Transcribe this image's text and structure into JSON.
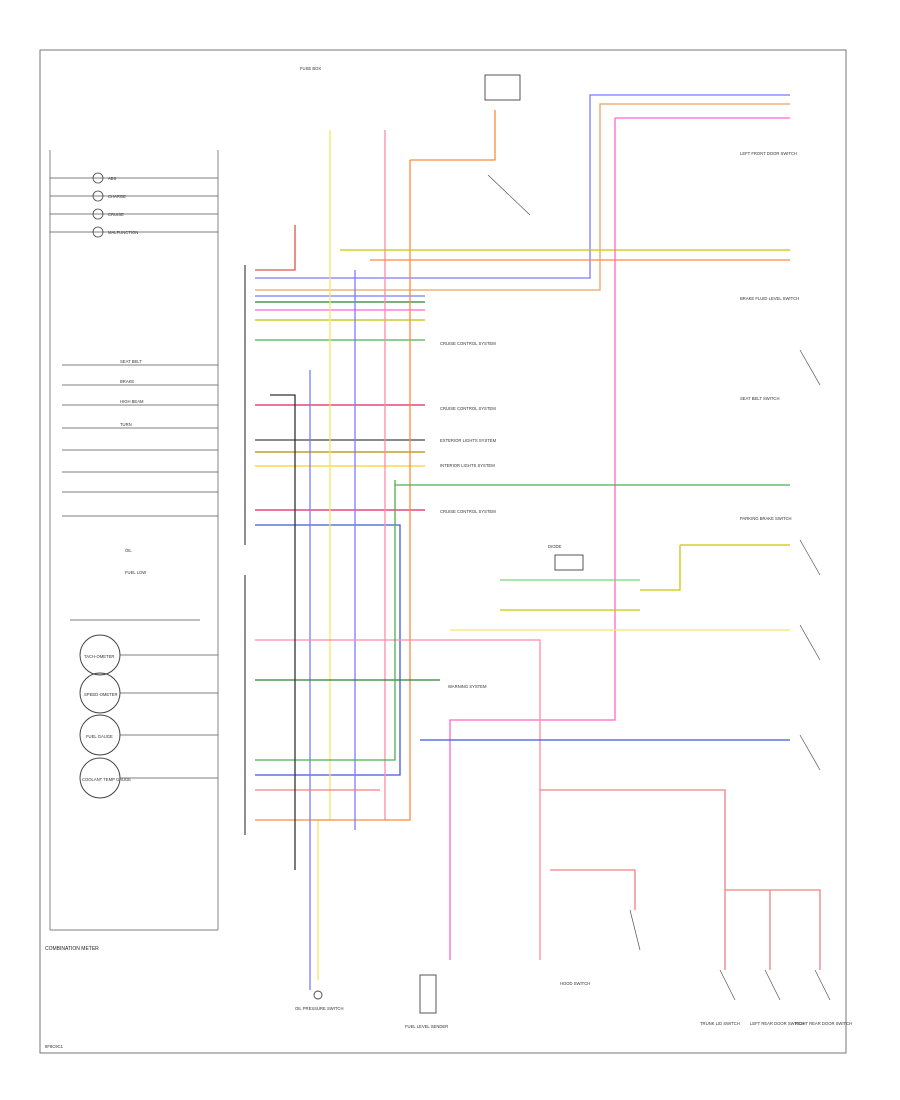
{
  "diagram": {
    "cluster_caption": "COMBINATION METER",
    "footer_code": "8F8C9C1",
    "gauges": [
      {
        "label": "TACH-OMETER"
      },
      {
        "label": "SPEED-OMETER"
      },
      {
        "label": "FUEL GAUGE"
      },
      {
        "label": "COOLANT TEMP GAUGE"
      }
    ],
    "indicators": [
      {
        "label": "ABS"
      },
      {
        "label": "CHARGE"
      },
      {
        "label": "CRUISE"
      },
      {
        "label": "MALFUNCTION"
      },
      {
        "label": "SEAT BELT"
      },
      {
        "label": "BRAKE"
      },
      {
        "label": "HIGH BEAM"
      },
      {
        "label": "TURN"
      },
      {
        "label": "OIL"
      },
      {
        "label": "FUEL LOW"
      }
    ],
    "systems": [
      {
        "label": "CRUISE CONTROL SYSTEM"
      },
      {
        "label": "CRUISE CONTROL SYSTEM"
      },
      {
        "label": "CRUISE CONTROL SYSTEM"
      },
      {
        "label": "EXTERIOR LIGHTS SYSTEM"
      },
      {
        "label": "INTERIOR LIGHTS SYSTEM"
      },
      {
        "label": "WARNING SYSTEM"
      }
    ],
    "components": [
      {
        "label": "FUSE BOX"
      },
      {
        "label": "LEFT FRONT DOOR SWITCH"
      },
      {
        "label": "SEAT BELT SWITCH"
      },
      {
        "label": "OIL PRESSURE SWITCH"
      },
      {
        "label": "FUEL LEVEL SENDER"
      },
      {
        "label": "PARKING BRAKE SWITCH"
      },
      {
        "label": "BRAKE FLUID LEVEL SWITCH"
      },
      {
        "label": "DIODE"
      },
      {
        "label": "RIGHT REAR DOOR SWITCH"
      },
      {
        "label": "LEFT REAR DOOR SWITCH"
      },
      {
        "label": "TRUNK LID SWITCH"
      },
      {
        "label": "HOOD SWITCH"
      }
    ]
  }
}
